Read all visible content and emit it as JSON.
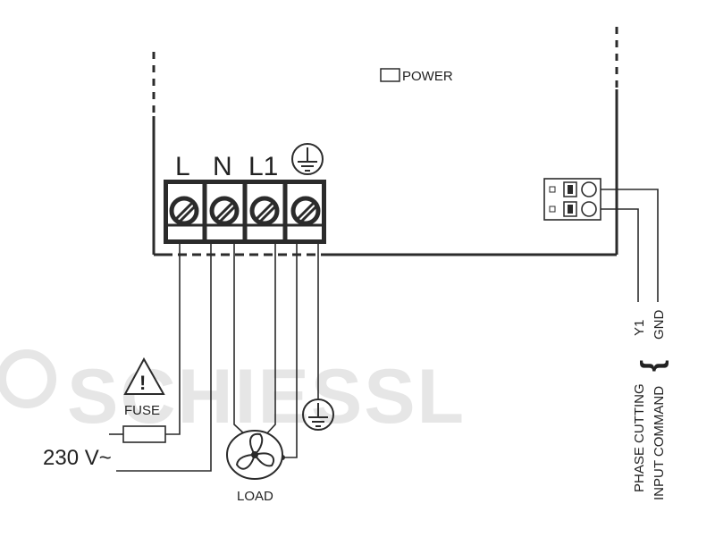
{
  "watermark": {
    "text": "SCHIESSL"
  },
  "indicator": {
    "power_label": "POWER"
  },
  "terminals": {
    "labels": [
      "L",
      "N",
      "L1"
    ]
  },
  "fuse": {
    "label": "FUSE",
    "warning_glyph": "!"
  },
  "supply": {
    "label": "230 V~"
  },
  "load": {
    "label": "LOAD"
  },
  "control": {
    "signal_labels": [
      "Y1",
      "GND"
    ],
    "brace": "{",
    "description_lines": [
      "PHASE CUTTING",
      "INPUT COMMAND"
    ]
  },
  "icons": [
    "ground-icon",
    "warning-triangle-icon",
    "fan-icon",
    "terminal-screw-icon"
  ],
  "colors": {
    "line": "#2b2b2b",
    "watermark": "#e6e6e6",
    "background": "#ffffff"
  }
}
